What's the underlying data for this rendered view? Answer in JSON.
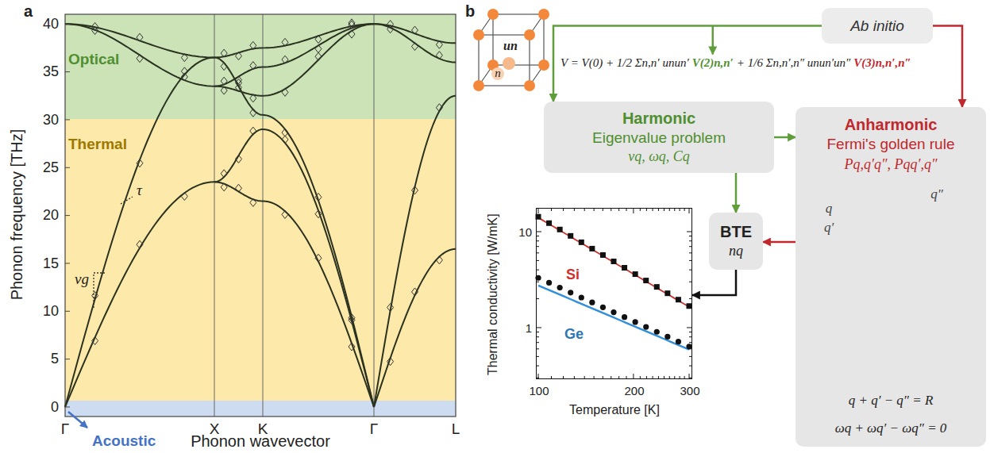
{
  "diagram": {
    "nodes": [
      {
        "text": [
          "Ab initio"
        ]
      },
      {
        "text": [
          "Harmonic",
          "Eigenvalue problem",
          "vq, ωq, Cq"
        ]
      },
      {
        "text": [
          "Anharmonic",
          "Fermi's golden rule",
          "Pq,q′q″, Pqq′,q″",
          "q",
          "q′",
          "q″",
          "q + q′ − q″ = R",
          "ωq + ωq′ − ωq″ = 0"
        ]
      },
      {
        "text": [
          "BTE",
          "nq"
        ]
      },
      {
        "text": [
          "Thermal conductivity [W/mK]",
          "10",
          "1",
          "100",
          "200",
          "300",
          "Temperature [K]",
          "Si",
          "Ge"
        ]
      }
    ],
    "edges": [
      {
        "from": 0,
        "to": 1,
        "arrow": "to"
      },
      {
        "from": 0,
        "to": 2,
        "arrow": "to"
      },
      {
        "from": 1,
        "to": 2,
        "arrow": "to"
      },
      {
        "from": 1,
        "to": 3,
        "arrow": "to"
      },
      {
        "from": 2,
        "to": 3,
        "arrow": "to"
      },
      {
        "from": 3,
        "to": 4,
        "arrow": "to"
      }
    ],
    "labels": [
      "a",
      "b",
      "Optical",
      "Thermal",
      "Acoustic",
      "Phonon frequency [THz]",
      "Phonon wavevector",
      "0",
      "5",
      "10",
      "15",
      "20",
      "25",
      "30",
      "35",
      "40",
      "Γ",
      "X",
      "K",
      "Γ",
      "L",
      "τ",
      "vg",
      "n",
      "un",
      "V = V(0) + 1/2 Σn,n′ unun′",
      "V(2)n,n′",
      "+ 1/6 Σn,n′,n″ unun′un″",
      "V(3)n,n′,n″"
    ]
  }
}
